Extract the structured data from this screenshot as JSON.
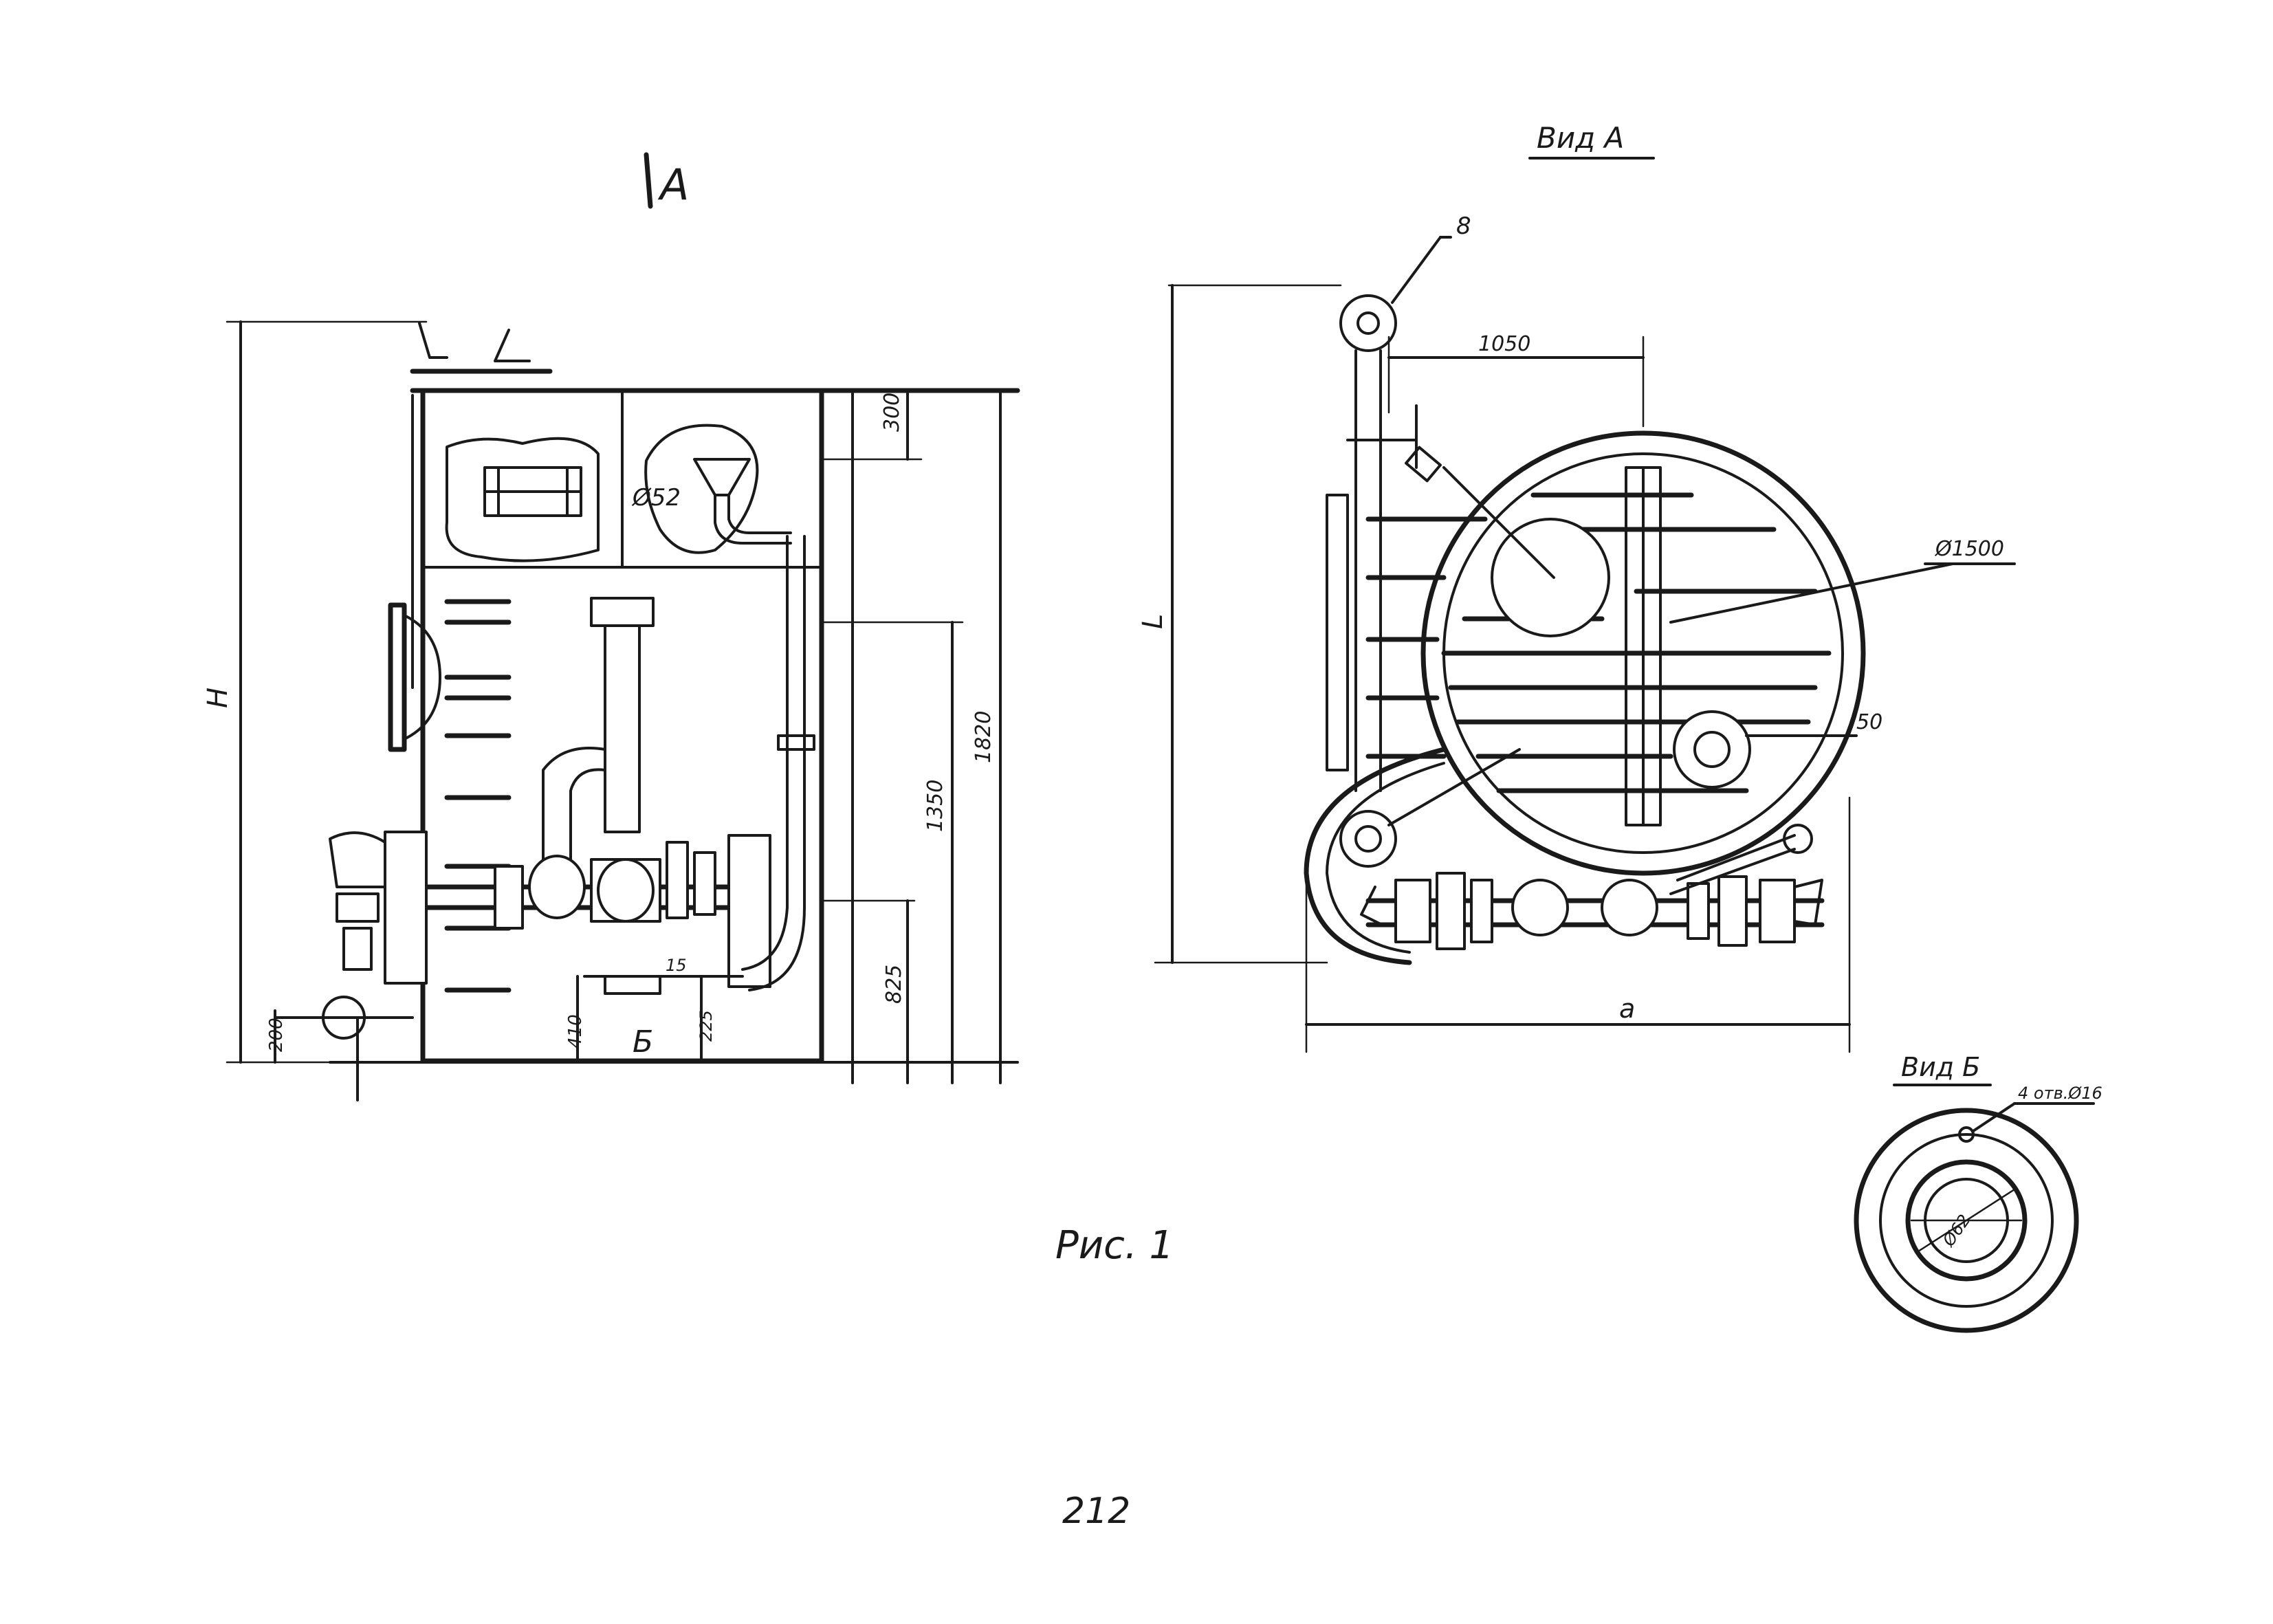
{
  "drawing": {
    "section_mark": "A",
    "view_a_title": "Вид А",
    "view_b_title": "Вид Б",
    "caption": "Рис. 1",
    "page_number": "212"
  },
  "front_view_dims": {
    "dim_300": "300",
    "dim_d52": "Ø52",
    "dim_1820": "1820",
    "dim_1350": "1350",
    "dim_825": "825",
    "dim_410": "410",
    "dim_200": "200",
    "dim_225": "225",
    "dim_15": "15",
    "marker_b": "Б",
    "dim_h": "H"
  },
  "side_view_dims": {
    "dim_1050": "1050",
    "dim_d1500": "Ø1500",
    "dim_50": "50",
    "pos_8": "8",
    "dim_l": "L",
    "dim_a": "a"
  },
  "detail_b_dims": {
    "holes": "4 отв.Ø16",
    "inner_d": "Ø62"
  }
}
